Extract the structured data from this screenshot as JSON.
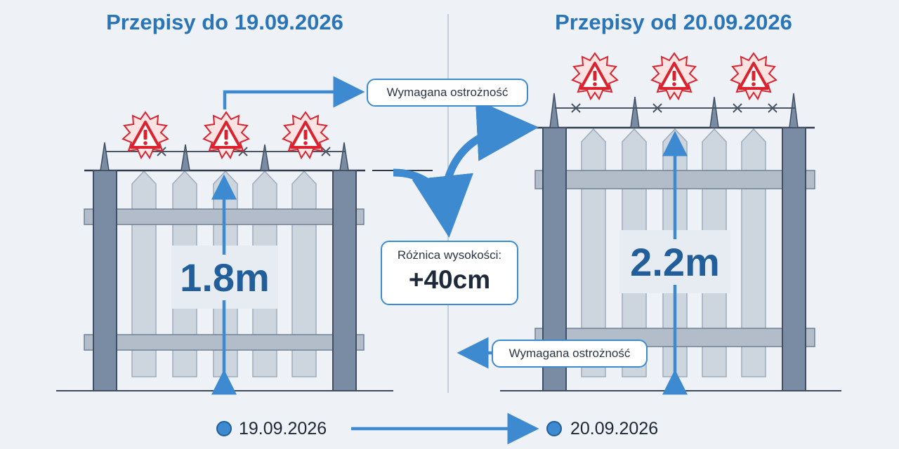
{
  "panels": {
    "left": {
      "title": "Przepisy do 19.09.2026",
      "height_label": "1.8m"
    },
    "right": {
      "title": "Przepisy od 20.09.2026",
      "height_label": "2.2m"
    }
  },
  "callouts": {
    "caution_top": "Wymagana ostrożność",
    "caution_bottom": "Wymagana ostrożność",
    "difference_label": "Różnica wysokości:",
    "difference_value": "+40cm"
  },
  "timeline": {
    "start": "19.09.2026",
    "end": "20.09.2026"
  },
  "icons": {
    "warning": "warning-triangle-icon",
    "barbed_wire": "barbed-wire",
    "fence_spike": "fence-spike"
  },
  "colors": {
    "accent_blue": "#2a74b8",
    "arrow_blue": "#3d8ad0",
    "warning_red": "#d9232f",
    "post": "#6e8197",
    "picket": "#c7d0dc",
    "background": "#eef2f7"
  }
}
